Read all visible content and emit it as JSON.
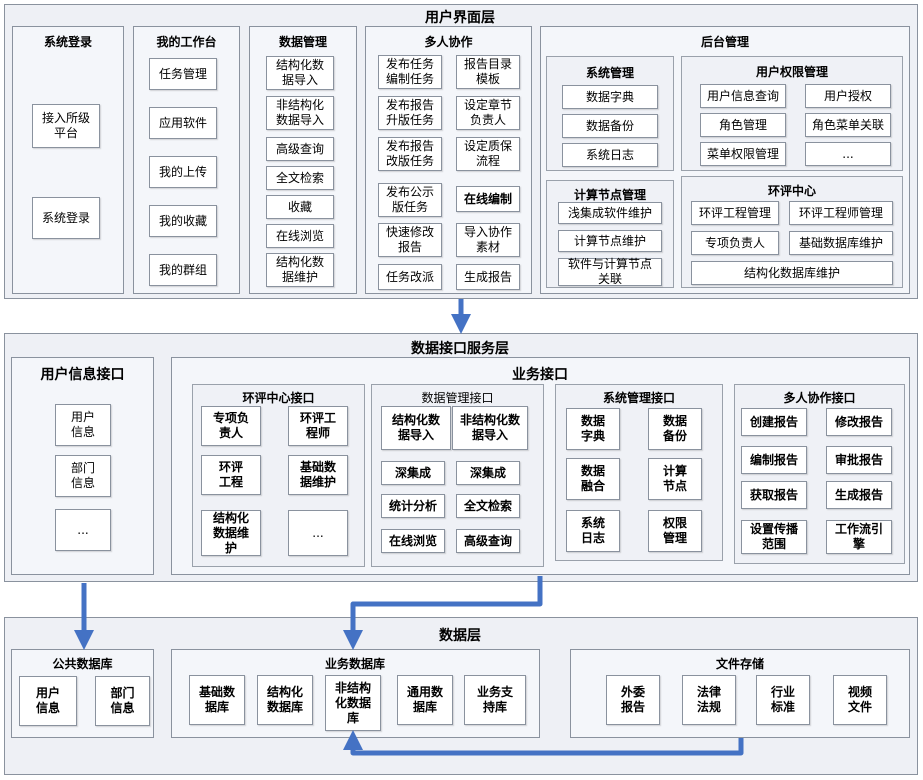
{
  "ui_layer": {
    "title": "用户界面层",
    "login": {
      "title": "系统登录",
      "items": [
        "接入所级\n平台",
        "系统登录"
      ]
    },
    "workbench": {
      "title": "我的工作台",
      "items": [
        "任务管理",
        "应用软件",
        "我的上传",
        "我的收藏",
        "我的群组"
      ]
    },
    "data_mgmt": {
      "title": "数据管理",
      "items": [
        "结构化数\n据导入",
        "非结构化\n数据导入",
        "高级查询",
        "全文检索",
        "收藏",
        "在线浏览",
        "结构化数\n据维护"
      ]
    },
    "collab": {
      "title": "多人协作",
      "items": [
        "发布任务\n编制任务",
        "报告目录\n模板",
        "发布报告\n升版任务",
        "设定章节\n负责人",
        "发布报告\n改版任务",
        "设定质保\n流程",
        "发布公示\n版任务",
        "在线编制",
        "快速修改\n报告",
        "导入协作\n素材",
        "任务改派",
        "生成报告"
      ]
    },
    "backend": {
      "title": "后台管理",
      "sys_mgmt": {
        "title": "系统管理",
        "items": [
          "数据字典",
          "数据备份",
          "系统日志"
        ]
      },
      "perm_mgmt": {
        "title": "用户权限管理",
        "items": [
          "用户信息查询",
          "用户授权",
          "角色管理",
          "角色菜单关联",
          "菜单权限管理",
          "..."
        ]
      },
      "node_mgmt": {
        "title": "计算节点管理",
        "items": [
          "浅集成软件维护",
          "计算节点维护",
          "软件与计算节点\n关联"
        ]
      },
      "eia_center": {
        "title": "环评中心",
        "items": [
          "环评工程管理",
          "环评工程师管理",
          "专项负责人",
          "基础数据库维护",
          "结构化数据库维护"
        ]
      }
    }
  },
  "service_layer": {
    "title": "数据接口服务层",
    "user_info": {
      "title": "用户信息接口",
      "items": [
        "用户\n信息",
        "部门\n信息",
        "..."
      ]
    },
    "business": {
      "title": "业务接口",
      "eia_if": {
        "title": "环评中心接口",
        "items": [
          "专项负\n责人",
          "环评工\n程师",
          "环评\n工程",
          "基础数\n据维护",
          "结构化\n数据维\n护",
          "..."
        ]
      },
      "data_if": {
        "title": "数据管理接口",
        "items": [
          "结构化数\n据导入",
          "非结构化数\n据导入",
          "深集成",
          "深集成",
          "统计分析",
          "全文检索",
          "在线浏览",
          "高级查询"
        ]
      },
      "sys_if": {
        "title": "系统管理接口",
        "items": [
          "数据\n字典",
          "数据\n备份",
          "数据\n融合",
          "计算\n节点",
          "系统\n日志",
          "权限\n管理"
        ]
      },
      "collab_if": {
        "title": "多人协作接口",
        "items": [
          "创建报告",
          "修改报告",
          "编制报告",
          "审批报告",
          "获取报告",
          "生成报告",
          "设置传播\n范围",
          "工作流引\n擎"
        ]
      }
    }
  },
  "data_layer": {
    "title": "数据层",
    "public_db": {
      "title": "公共数据库",
      "items": [
        "用户\n信息",
        "部门\n信息"
      ]
    },
    "business_db": {
      "title": "业务数据库",
      "items": [
        "基础数\n据库",
        "结构化\n数据库",
        "非结构\n化数据\n库",
        "通用数\n据库",
        "业务支\n持库"
      ]
    },
    "file_storage": {
      "title": "文件存储",
      "items": [
        "外委\n报告",
        "法律\n法规",
        "行业\n标准",
        "视频\n文件"
      ]
    }
  },
  "colors": {
    "arrow": "#4472c4",
    "border": "#8a929e",
    "panel": "#eef0f5"
  }
}
